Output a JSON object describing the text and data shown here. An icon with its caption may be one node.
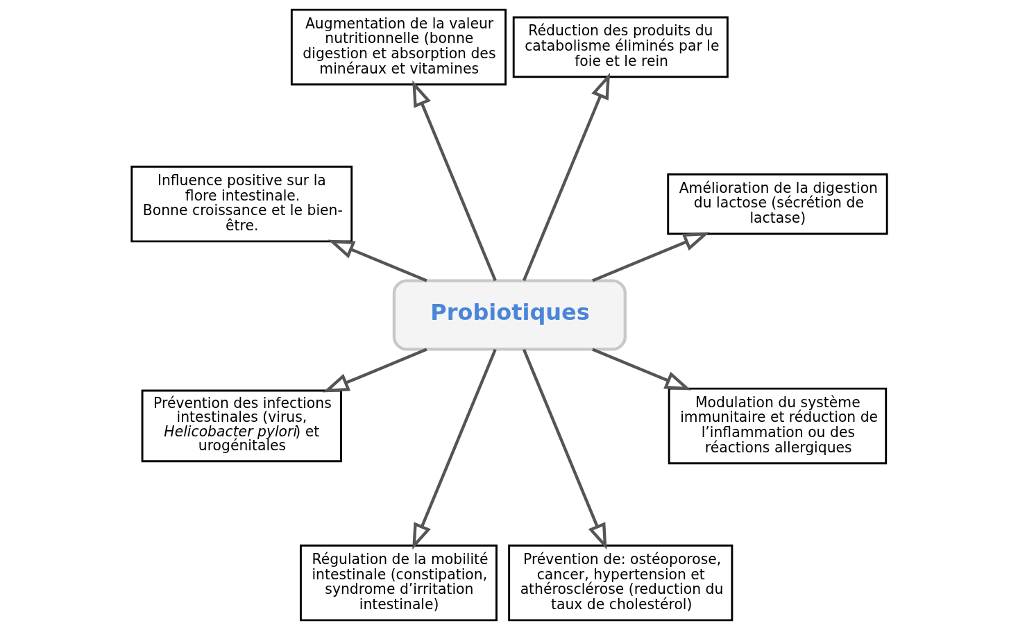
{
  "diagram": {
    "nodes": [
      {
        "text": [
          "Probiotiques"
        ]
      },
      {
        "text": [
          "Amélioration de la digestion du lactose (sécrétion de lactase)"
        ]
      },
      {
        "text": [
          "Réduction des produits du catabolisme éliminés par le foie et le rein"
        ]
      },
      {
        "text": [
          "Augmentation de la valeur nutritionnelle (bonne digestion et absorption des minéraux et vitamines"
        ]
      },
      {
        "text": [
          "Influence positive sur la flore intestinale.",
          "Bonne croissance et le bien-être."
        ]
      },
      {
        "text": [
          "Prévention des infections intestinales (virus, *Helicobacter pylori*) et urogénitales"
        ]
      },
      {
        "text": [
          "Régulation de la mobilité intestinale (constipation, syndrome d’irritation intestinale)"
        ]
      },
      {
        "text": [
          "Prévention de: ostéoporose, cancer, hypertension et athérosclérose (reduction du taux de cholestérol)"
        ]
      },
      {
        "text": [
          "Modulation du système immunitaire et réduction de l’inflammation ou des réactions allergiques"
        ]
      }
    ],
    "edges": [
      {
        "from": 0,
        "to": 1,
        "arrow": "to"
      },
      {
        "from": 0,
        "to": 2,
        "arrow": "to"
      },
      {
        "from": 0,
        "to": 3,
        "arrow": "to"
      },
      {
        "from": 0,
        "to": 4,
        "arrow": "to"
      },
      {
        "from": 0,
        "to": 5,
        "arrow": "to"
      },
      {
        "from": 0,
        "to": 6,
        "arrow": "to"
      },
      {
        "from": 0,
        "to": 7,
        "arrow": "to"
      },
      {
        "from": 0,
        "to": 8,
        "arrow": "to"
      }
    ]
  }
}
